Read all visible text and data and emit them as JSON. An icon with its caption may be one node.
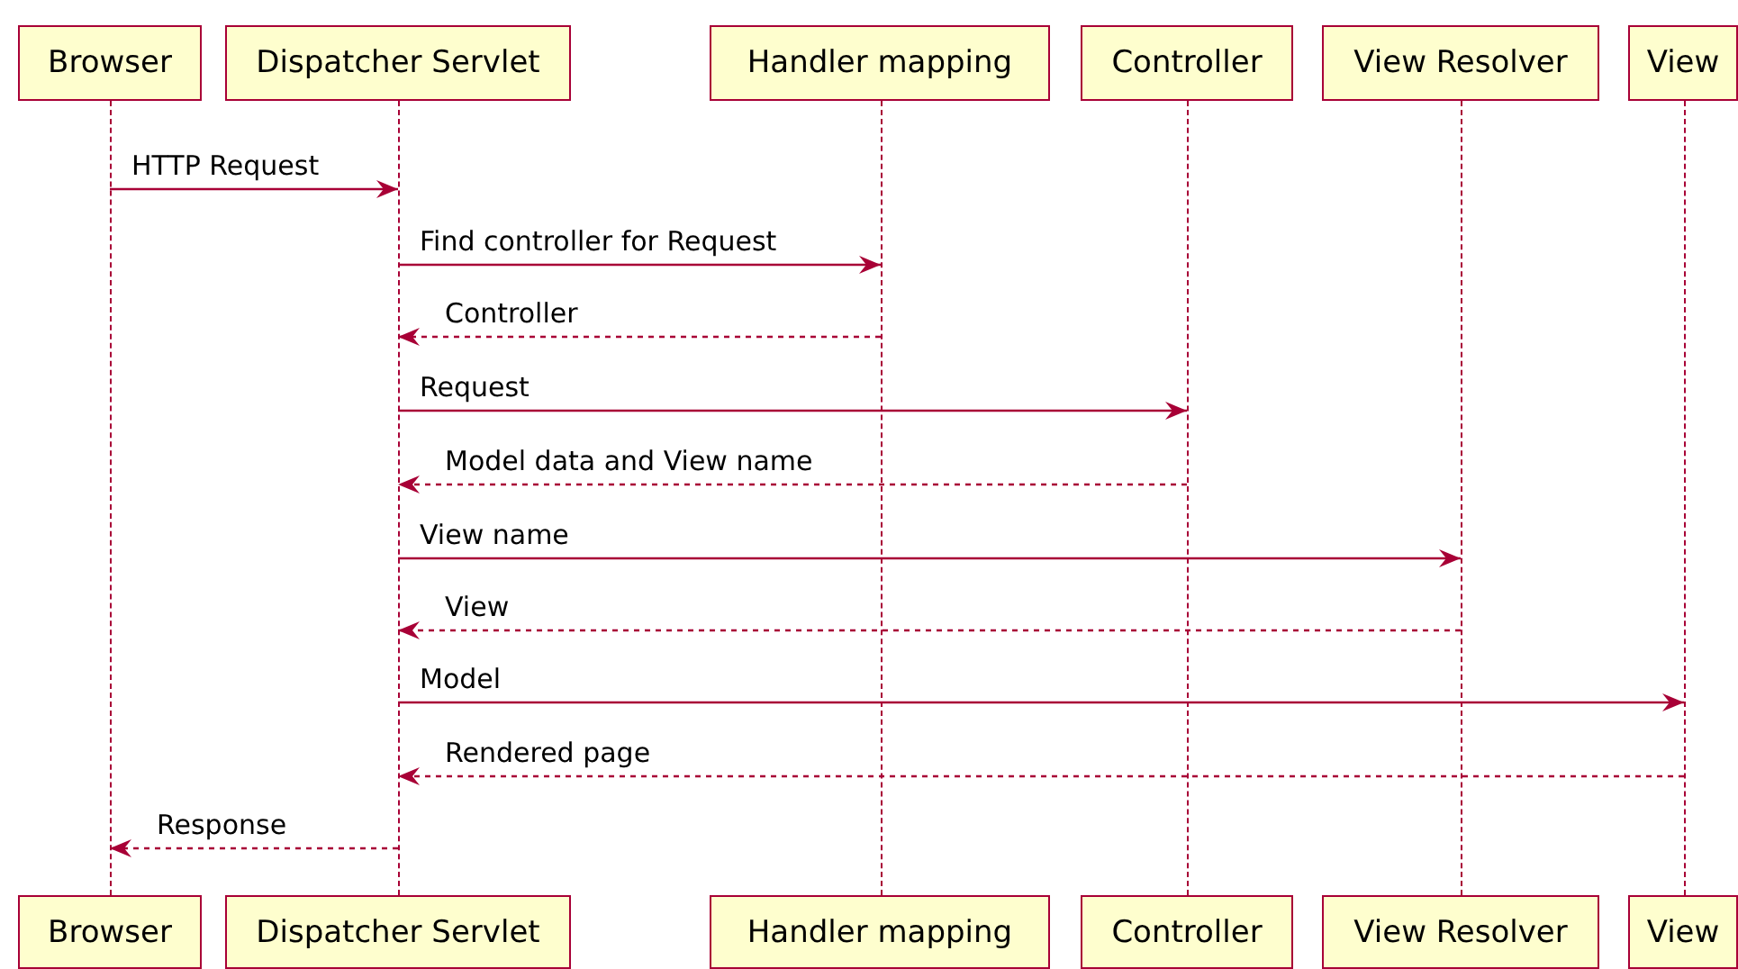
{
  "diagram": {
    "nodes": [
      {
        "text": [
          "Browser"
        ]
      },
      {
        "text": [
          "Dispatcher Servlet"
        ]
      },
      {
        "text": [
          "Handler mapping"
        ]
      },
      {
        "text": [
          "Controller"
        ]
      },
      {
        "text": [
          "View Resolver"
        ]
      },
      {
        "text": [
          "View"
        ]
      },
      {
        "text": [
          "Browser"
        ]
      },
      {
        "text": [
          "Dispatcher Servlet"
        ]
      },
      {
        "text": [
          "Handler mapping"
        ]
      },
      {
        "text": [
          "Controller"
        ]
      },
      {
        "text": [
          "View Resolver"
        ]
      },
      {
        "text": [
          "View"
        ]
      },
      {
        "text": [],
        "shape": "line"
      },
      {
        "text": [],
        "shape": "line"
      },
      {
        "text": [],
        "shape": "line"
      },
      {
        "text": [],
        "shape": "line"
      },
      {
        "text": [],
        "shape": "line"
      },
      {
        "text": [],
        "shape": "line"
      }
    ],
    "edges": [
      {
        "from": 12,
        "to": 13,
        "arrow": "to",
        "label": "HTTP Request"
      },
      {
        "from": 13,
        "to": 14,
        "arrow": "to",
        "label": "Find controller for Request"
      },
      {
        "from": 14,
        "to": 13,
        "arrow": "to",
        "label": "Controller",
        "style": "dashed"
      },
      {
        "from": 13,
        "to": 15,
        "arrow": "to",
        "label": "Request"
      },
      {
        "from": 15,
        "to": 13,
        "arrow": "to",
        "label": "Model data and View name",
        "style": "dashed"
      },
      {
        "from": 13,
        "to": 16,
        "arrow": "to",
        "label": "View name"
      },
      {
        "from": 16,
        "to": 13,
        "arrow": "to",
        "label": "View",
        "style": "dashed"
      },
      {
        "from": 13,
        "to": 17,
        "arrow": "to",
        "label": "Model"
      },
      {
        "from": 17,
        "to": 13,
        "arrow": "to",
        "label": "Rendered page",
        "style": "dashed"
      },
      {
        "from": 13,
        "to": 12,
        "arrow": "to",
        "label": "Response",
        "style": "dashed"
      }
    ]
  }
}
